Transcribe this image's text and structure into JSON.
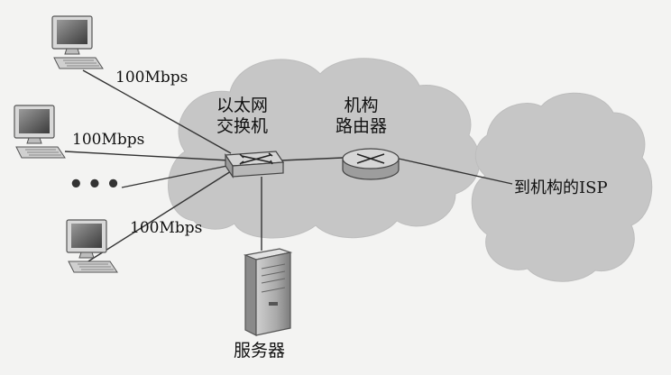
{
  "diagram": {
    "links": {
      "top": "100Mbps",
      "middle": "100Mbps",
      "bottom": "100Mbps"
    },
    "ellipsis": "•••",
    "switch_label": [
      "以太网",
      "交换机"
    ],
    "router_label": [
      "机构",
      "路由器"
    ],
    "server_label": "服务器",
    "isp_label": "到机构的ISP"
  }
}
